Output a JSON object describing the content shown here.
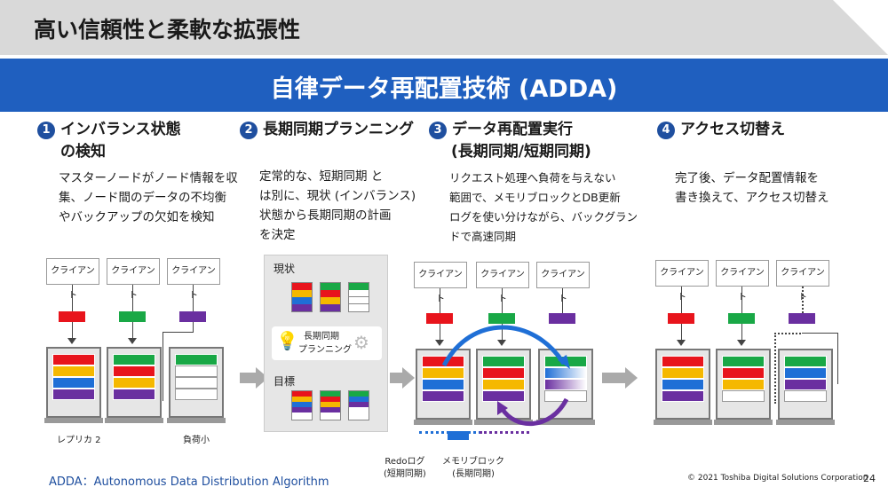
{
  "header": {
    "title": "高い信頼性と柔軟な拡張性",
    "subtitle": "自律データ再配置技術 (ADDA)"
  },
  "steps": [
    {
      "number": "1",
      "title_line1": "インバランス状態",
      "title_line2": "の検知",
      "desc": [
        "マスターノードがノード情報を収",
        "集、ノード間のデータの不均衡",
        "やバックアップの欠如を検知"
      ]
    },
    {
      "number": "2",
      "title_line1": "長期同期プランニング",
      "title_line2": "",
      "desc": [
        "定常的な、短期同期 と",
        "は別に、現状 (インバランス)",
        "状態から長期同期の計画",
        "を決定"
      ]
    },
    {
      "number": "3",
      "title_line1": "データ再配置実行",
      "title_line2": "(長期同期/短期同期)",
      "desc": [
        "リクエスト処理へ負荷を与えない",
        "範囲で、メモリブロックとDB更新",
        "ログを使い分けながら、バックグラン",
        "ドで高速同期"
      ]
    },
    {
      "number": "4",
      "title_line1": "アクセス切替え",
      "title_line2": "",
      "desc": [
        "完了後、データ配置情報を",
        "書き換えて、アクセス切替え"
      ]
    }
  ],
  "diagram": {
    "client_label": "クライアント",
    "replica_label": "レプリカ 2",
    "low_load_label": "負荷小",
    "planning": {
      "current_label": "現状",
      "planning_label_1": "長期同期",
      "planning_label_2": "プランニング",
      "target_label": "目標"
    },
    "redo_label_1": "Redoログ",
    "redo_label_2": "(短期同期)",
    "memblock_label_1": "メモリブロック",
    "memblock_label_2": "(長期同期)"
  },
  "footer": {
    "definition": "ADDA：Autonomous Data Distribution Algorithm",
    "copyright": "© 2021 Toshiba Digital Solutions Corporation",
    "page_number": "24"
  },
  "colors": {
    "red": "#e8141c",
    "green": "#19a846",
    "purple": "#6a2fa0",
    "yellow": "#f5b800",
    "blue": "#1f6fd6",
    "accent": "#1f5fbf"
  }
}
